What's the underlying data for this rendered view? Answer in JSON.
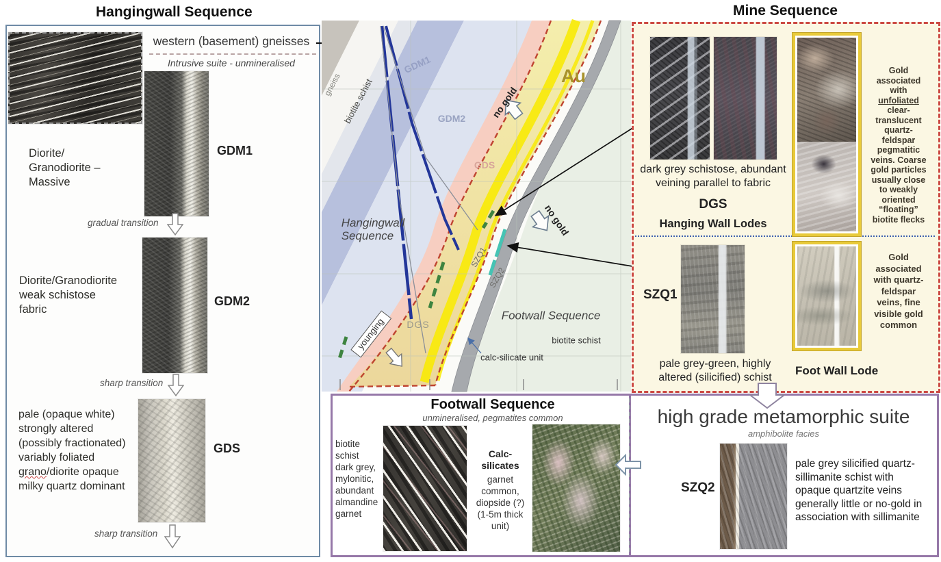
{
  "titles": {
    "hangingwall": "Hangingwall Sequence",
    "mine": "Mine Sequence",
    "footwall": "Footwall Sequence",
    "footwall_sub": "unmineralised, pegmatites common",
    "highgrade": "high grade metamorphic suite",
    "highgrade_sub": "amphibolite facies"
  },
  "hangingwall": {
    "gneiss_label": "western (basement) gneisses",
    "intrusive_note": "Intrusive suite - unmineralised",
    "gdm1_desc": "Diorite/\nGranodiorite –\nMassive",
    "gdm1_code": "GDM1",
    "transition1": "gradual transition",
    "gdm2_desc": "Diorite/Granodiorite\nweak schistose\nfabric",
    "gdm2_code": "GDM2",
    "transition2": "sharp transition",
    "gds_desc_pre": "pale (opaque white)\nstrongly altered\n(possibly fractionated)\nvariably foliated\n",
    "gds_grano": "grano",
    "gds_desc_post": "/diorite opaque\nmilky quartz dominant",
    "gds_code": "GDS",
    "transition3": "sharp transition"
  },
  "map": {
    "gneiss": "gneiss",
    "biotite_schist": "biotite schist",
    "gdm1": "GDM1",
    "gdm2": "GDM2",
    "gds": "GDS",
    "au": "Au",
    "no_gold_upper": "no gold",
    "no_gold_lower": "no gold",
    "hangingwall": "Hangingwall\nSequence",
    "footwall": "Footwall Sequence",
    "footwall_biotite": "biotite schist",
    "calc_silicate": "calc-silicate unit",
    "younging": "younging",
    "szq1": "SZQ1",
    "szq2": "SZQ2",
    "dgs": "DGS"
  },
  "mine": {
    "dgs_caption": "dark grey schistose, abundant\nveining parallel to fabric",
    "dgs_code": "DGS",
    "hw_lodes": "Hanging Wall Lodes",
    "gold_note1_pre": "Gold\nassociated\nwith\n",
    "gold_note1_underlined": "unfoliated",
    "gold_note1_post": "\nclear-\ntranslucent\nquartz-\nfeldspar\npegmatitic\nveins. Coarse\ngold particles\nusually close\nto weakly\noriented\n“floating”\nbiotite flecks",
    "szq1_code": "SZQ1",
    "szq1_caption": "pale grey-green, highly\naltered (silicified) schist",
    "fw_lode": "Foot Wall Lode",
    "gold_note2": "Gold\nassociated\nwith quartz-\nfeldspar\nveins, fine\nvisible gold\ncommon"
  },
  "footwall": {
    "left_text": "biotite\nschist\ndark grey,\nmylonitic,\nabundant\nalmandine\ngarnet",
    "calc_title": "Calc-\nsilicates",
    "calc_text": "garnet\ncommon,\ndiopside (?)\n(1-5m thick\nunit)"
  },
  "highgrade": {
    "szq2_code": "SZQ2",
    "text": "pale grey silicified quartz-\nsillimanite schist with\nopaque quartzite veins\ngenerally little or no-gold in\nassociation with sillimanite"
  },
  "colors": {
    "panel_border": "#6e8aa5",
    "mine_border": "#cc4a44",
    "purple_border": "#9678a8",
    "yellow_frame": "#e8ca3a",
    "cream_bg": "#fbf7e3",
    "drill_navy": "#233699",
    "gold_label": "#a8922b",
    "salmon_band": "#f7cec1",
    "lode_yellow": "#f8ea06"
  }
}
